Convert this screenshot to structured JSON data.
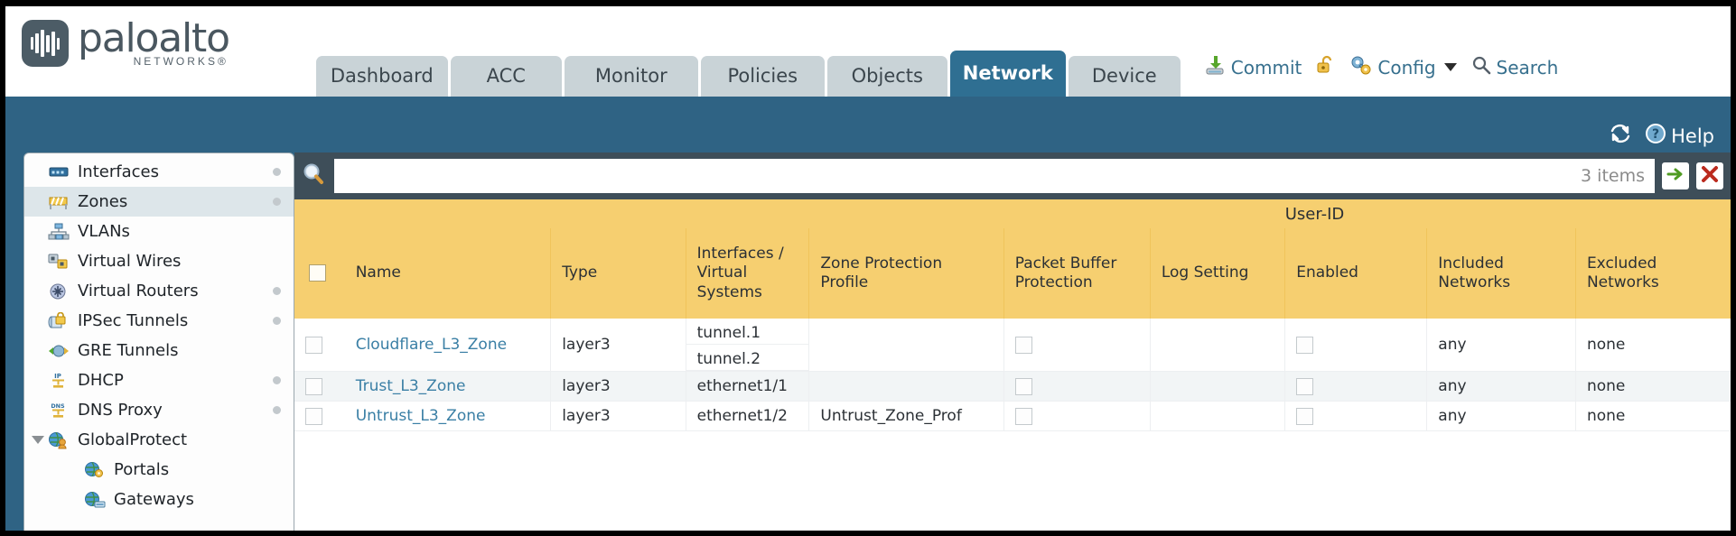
{
  "brand": {
    "name": "paloalto",
    "sub": "NETWORKS®",
    "logo_icon": "waveform-logo-icon",
    "logo_bg": "#4c5c66"
  },
  "tabs": [
    {
      "label": "Dashboard",
      "active": false
    },
    {
      "label": "ACC",
      "active": false
    },
    {
      "label": "Monitor",
      "active": false
    },
    {
      "label": "Policies",
      "active": false
    },
    {
      "label": "Objects",
      "active": false
    },
    {
      "label": "Network",
      "active": true
    },
    {
      "label": "Device",
      "active": false
    }
  ],
  "top_actions": {
    "commit": {
      "label": "Commit",
      "icon": "commit-download-icon"
    },
    "lock": {
      "icon": "unlocked-padlock-icon"
    },
    "config": {
      "label": "Config",
      "icon": "config-key-icon",
      "caret": "chevron-down-icon"
    },
    "search": {
      "label": "Search",
      "icon": "search-magnifier-icon"
    }
  },
  "band": {
    "refresh_icon": "refresh-icon",
    "help_label": "Help",
    "help_icon": "help-question-icon"
  },
  "sidebar": {
    "items": [
      {
        "label": "Interfaces",
        "icon": "interfaces-icon",
        "dot": true,
        "selected": false,
        "child": false,
        "expander": false
      },
      {
        "label": "Zones",
        "icon": "zones-icon",
        "dot": true,
        "selected": true,
        "child": false,
        "expander": false
      },
      {
        "label": "VLANs",
        "icon": "vlans-icon",
        "dot": false,
        "selected": false,
        "child": false,
        "expander": false
      },
      {
        "label": "Virtual Wires",
        "icon": "virtual-wires-icon",
        "dot": false,
        "selected": false,
        "child": false,
        "expander": false
      },
      {
        "label": "Virtual Routers",
        "icon": "virtual-routers-icon",
        "dot": true,
        "selected": false,
        "child": false,
        "expander": false
      },
      {
        "label": "IPSec Tunnels",
        "icon": "ipsec-tunnels-icon",
        "dot": true,
        "selected": false,
        "child": false,
        "expander": false
      },
      {
        "label": "GRE Tunnels",
        "icon": "gre-tunnels-icon",
        "dot": false,
        "selected": false,
        "child": false,
        "expander": false
      },
      {
        "label": "DHCP",
        "icon": "dhcp-icon",
        "dot": true,
        "selected": false,
        "child": false,
        "expander": false
      },
      {
        "label": "DNS Proxy",
        "icon": "dns-proxy-icon",
        "dot": true,
        "selected": false,
        "child": false,
        "expander": false
      },
      {
        "label": "GlobalProtect",
        "icon": "globalprotect-icon",
        "dot": false,
        "selected": false,
        "child": false,
        "expander": true
      },
      {
        "label": "Portals",
        "icon": "portals-icon",
        "dot": false,
        "selected": false,
        "child": true,
        "expander": false
      },
      {
        "label": "Gateways",
        "icon": "gateways-icon",
        "dot": false,
        "selected": false,
        "child": true,
        "expander": false
      }
    ]
  },
  "search": {
    "value": "",
    "placeholder": "",
    "item_count": "3 items",
    "icon": "search-magnifier-icon",
    "apply_icon": "green-arrow-apply-icon",
    "clear_icon": "red-x-clear-icon"
  },
  "table": {
    "group_header": "User-ID",
    "columns": [
      "Name",
      "Type",
      "Interfaces / Virtual Systems",
      "Zone Protection Profile",
      "Packet Buffer Protection",
      "Log Setting",
      "Enabled",
      "Included Networks",
      "Excluded Networks"
    ],
    "rows": [
      {
        "name": "Cloudflare_L3_Zone",
        "type": "layer3",
        "interfaces": [
          "tunnel.1",
          "tunnel.2"
        ],
        "zone_protection_profile": "",
        "packet_buffer_protection": false,
        "log_setting": "",
        "enabled": false,
        "included_networks": "any",
        "excluded_networks": "none"
      },
      {
        "name": "Trust_L3_Zone",
        "type": "layer3",
        "interfaces": [
          "ethernet1/1"
        ],
        "zone_protection_profile": "",
        "packet_buffer_protection": false,
        "log_setting": "",
        "enabled": false,
        "included_networks": "any",
        "excluded_networks": "none"
      },
      {
        "name": "Untrust_L3_Zone",
        "type": "layer3",
        "interfaces": [
          "ethernet1/2"
        ],
        "zone_protection_profile": "Untrust_Zone_Prof",
        "packet_buffer_protection": false,
        "log_setting": "",
        "enabled": false,
        "included_networks": "any",
        "excluded_networks": "none"
      }
    ]
  },
  "colors": {
    "brand_blue": "#2f6384",
    "tab_active": "#2f6f92",
    "tab_inactive": "#c9d3d7",
    "header_amber": "#f6cf70",
    "group_amber": "#dcab3f",
    "link_blue": "#3a7fa5",
    "panel_dark": "#3e4e59"
  }
}
